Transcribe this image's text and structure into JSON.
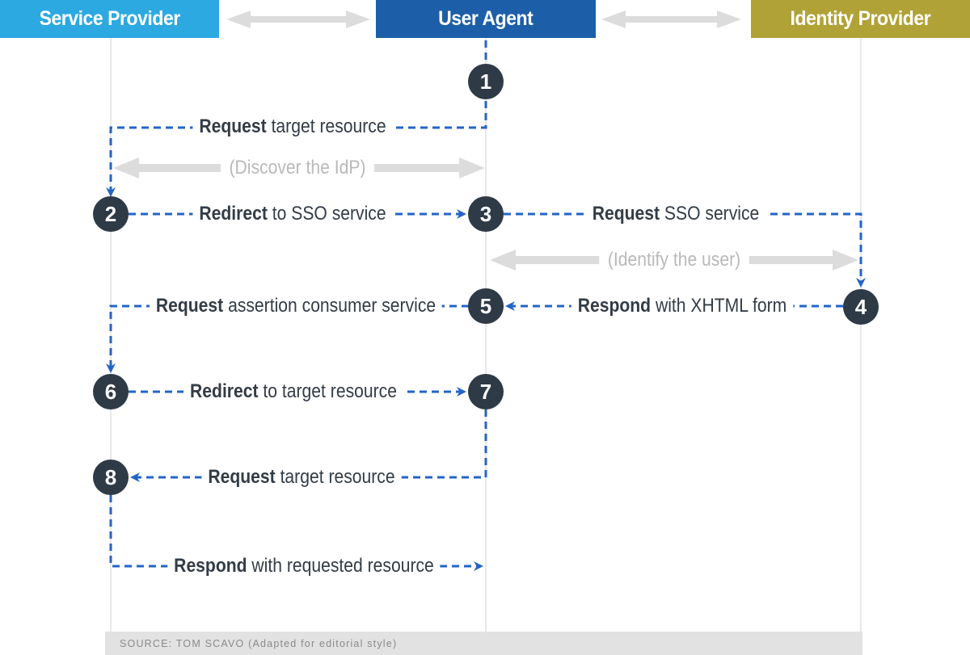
{
  "headers": {
    "service_provider": "Service Provider",
    "user_agent": "User Agent",
    "identity_provider": "Identity Provider"
  },
  "steps": [
    "1",
    "2",
    "3",
    "4",
    "5",
    "6",
    "7",
    "8"
  ],
  "messages": [
    {
      "bold": "Request",
      "rest": " target resource"
    },
    {
      "bold": "Redirect",
      "rest": " to SSO service"
    },
    {
      "bold": "Request",
      "rest": " SSO service"
    },
    {
      "bold": "Respond",
      "rest": " with XHTML form"
    },
    {
      "bold": "Request",
      "rest": " assertion consumer service"
    },
    {
      "bold": "Redirect",
      "rest": " to target resource"
    },
    {
      "bold": "Request",
      "rest": " target resource"
    },
    {
      "bold": "Respond",
      "rest": " with requested resource"
    }
  ],
  "annotations": [
    {
      "text": "(Discover the IdP)"
    },
    {
      "text": "(Identify the user)"
    }
  ],
  "footer": {
    "source": "SOURCE: TOM SCAVO (Adapted for editorial style)"
  },
  "colors": {
    "sp_blue": "#2ca9e1",
    "ua_blue": "#1c5fa8",
    "idp_olive": "#b0a236",
    "circle": "#2e3a46",
    "dash": "#2364c8",
    "label": "#333c46",
    "annotation": "#b9b9b9",
    "garrow": "#dcdcdc",
    "lifeline": "#e8e8e8",
    "footer_bg": "#e2e2e2",
    "footer_text": "#8a8a8a"
  }
}
